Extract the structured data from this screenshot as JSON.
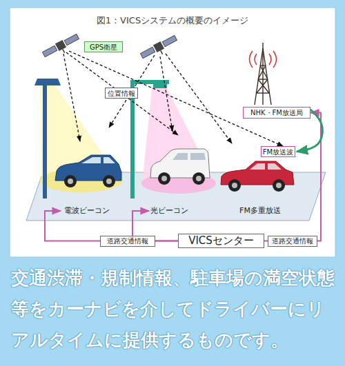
{
  "diagram": {
    "title": "図1：VICSシステムの概要のイメージ",
    "caption": "交通渋滞・規制情報、駐車場の満空状態等をカーナビを介してドライバーにリアルタイムに提供するものです。",
    "nodes": [
      {
        "text": [
          "GPS衛星"
        ]
      },
      {
        "text": [
          "位置情報"
        ]
      },
      {
        "text": [
          "NHK・FM放送局"
        ]
      },
      {
        "text": [
          "FM放送波"
        ]
      },
      {
        "text": [
          "電波ビーコン"
        ]
      },
      {
        "text": [
          "光ビーコン"
        ]
      },
      {
        "text": [
          "FM多重放送"
        ]
      },
      {
        "text": [
          "VICSセンター"
        ]
      }
    ],
    "edges": [
      {
        "from": 7,
        "to": 4,
        "arrow": "to",
        "label": "道路交通情報"
      },
      {
        "from": 7,
        "to": 5,
        "arrow": "to"
      },
      {
        "from": 7,
        "to": 2,
        "arrow": "to",
        "label": "道路交通情報"
      },
      {
        "from": 2,
        "to": 3,
        "arrow": "to"
      }
    ]
  }
}
